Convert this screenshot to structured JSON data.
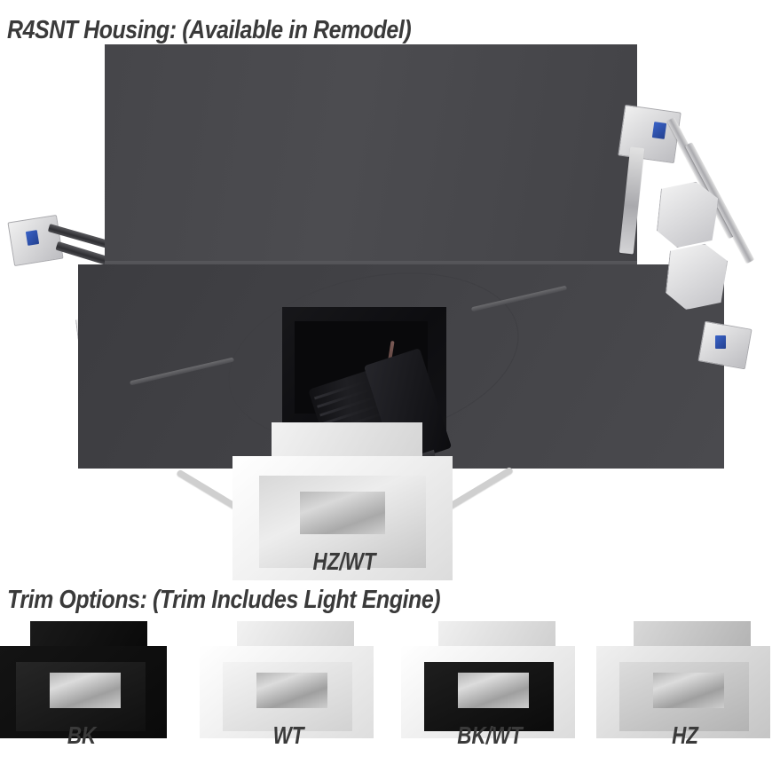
{
  "page": {
    "background": "#ffffff",
    "text_color": "#3a3a3a"
  },
  "sections": {
    "housing": {
      "heading": "R4SNT Housing: (Available in Remodel)",
      "product_image": {
        "alt_name": "recessed-square-housing-photo",
        "components": [
          "housing-box",
          "mounting-pan",
          "circular-knockout",
          "square-plaster-collar",
          "led-light-engine-heatsink",
          "adjustable-bar-hangers",
          "t-bar-clips"
        ],
        "colors": {
          "housing": "#4a4a4c",
          "pan": "#58585b",
          "engine": "#141417",
          "hardware": "#cfcfd2",
          "clip_accent": "#2f55b4"
        }
      },
      "trim_label": "HZ/WT"
    },
    "trim_options": {
      "heading": "Trim Options: (Trim Includes Light Engine)",
      "items": [
        {
          "label": "BK",
          "flange_color": "#141414",
          "flange_color_2": "#0a0a0a",
          "cone_color": "#262626",
          "cone_color_2": "#101010",
          "backbox_color": "#1a1a1a",
          "backbox_color_2": "#080808"
        },
        {
          "label": "WT",
          "flange_color": "#ffffff",
          "flange_color_2": "#dedede",
          "cone_color": "#f4f4f4",
          "cone_color_2": "#d2d2d2",
          "backbox_color": "#f2f2f2",
          "backbox_color_2": "#cfcfcf"
        },
        {
          "label": "BK/WT",
          "flange_color": "#ffffff",
          "flange_color_2": "#dcdcdc",
          "cone_color": "#1e1e1e",
          "cone_color_2": "#0b0b0b",
          "backbox_color": "#f0f0f0",
          "backbox_color_2": "#cccccc"
        },
        {
          "label": "HZ",
          "flange_color": "#f0f0f0",
          "flange_color_2": "#c5c5c5",
          "cone_color": "#dcdcdc",
          "cone_color_2": "#b3b3b3",
          "backbox_color": "#d8d8d8",
          "backbox_color_2": "#b0b0b0"
        }
      ]
    }
  }
}
